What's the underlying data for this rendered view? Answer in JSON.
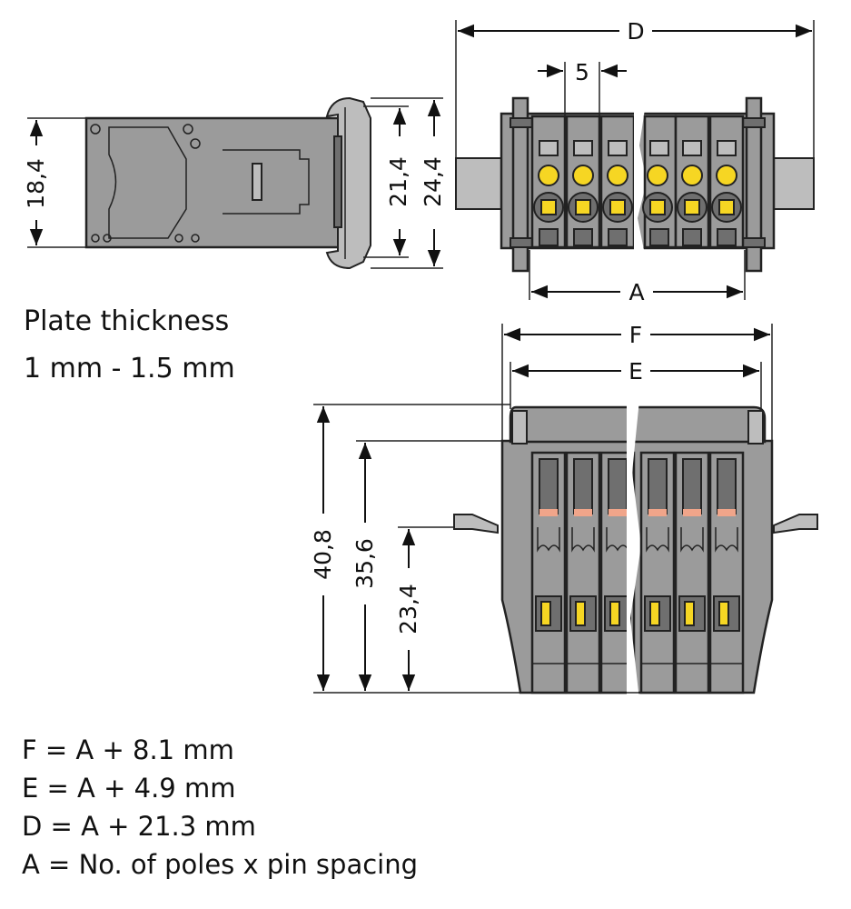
{
  "dimensions": {
    "d": "D",
    "pitch": "5",
    "a": "A",
    "f": "F",
    "e": "E",
    "side_height": "18,4",
    "side_height_inner": "21,4",
    "side_height_outer": "24,4",
    "front_height_total": "40,8",
    "front_height_mid": "35,6",
    "front_height_low": "23,4"
  },
  "notes": {
    "plate_line1": "Plate thickness",
    "plate_line2": "1 mm - 1.5 mm"
  },
  "formulas": {
    "f": "F = A + 8.1 mm",
    "e": "E = A + 4.9 mm",
    "d": "D = A + 21.3 mm",
    "a": "A = No. of poles x pin spacing"
  },
  "colors": {
    "housing": "#9b9b9b",
    "housing_dark": "#6f6f6f",
    "contact": "#f6d623",
    "spring": "#f0a58a"
  }
}
